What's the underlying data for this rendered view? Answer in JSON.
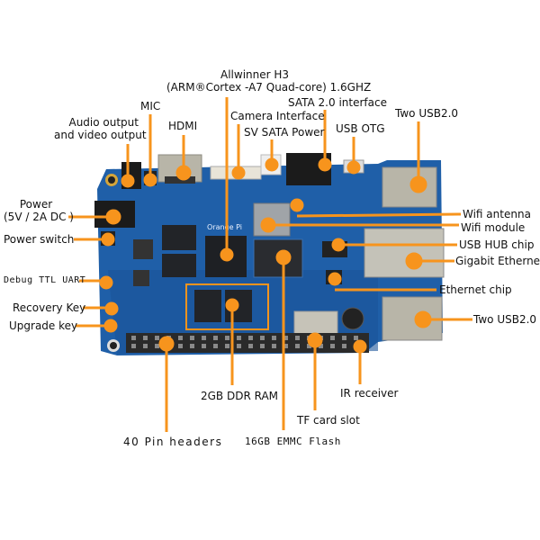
{
  "diagram": {
    "subject": "Orange Pi Plus 2 board component layout",
    "board_silkscreen": "Orange Pi",
    "colors": {
      "callout": "#f7941d",
      "board": "#1f5fa8",
      "board_dark": "#164a86",
      "connector_metal": "#b8b5a8",
      "chip": "#222428",
      "background": "#ffffff"
    },
    "labels": {
      "audio_video": [
        "Audio output",
        "and video output"
      ],
      "mic": "MIC",
      "hdmi": "HDMI",
      "soc": [
        "Allwinner H3",
        "(ARM®Cortex  -A7 Quad-core) 1.6GHZ"
      ],
      "camera": "Camera Interface",
      "sata_power": "SV SATA Power",
      "sata": "SATA 2.0 interface",
      "usb_otg": "USB OTG",
      "usb_top": "Two USB2.0",
      "power": [
        "Power",
        "(5V / 2A DC )"
      ],
      "power_switch": "Power switch",
      "debug_uart": "Debug TTL UART",
      "recovery_key": "Recovery Key",
      "upgrade_key": "Upgrade key",
      "wifi_antenna": "Wifi antenna",
      "wifi_module": "Wifi module",
      "usb_hub": "USB HUB chip",
      "gigabit_ethernet": "Gigabit Ethernet",
      "ethernet_chip": "Ethernet chip",
      "usb_bottom": "Two USB2.0",
      "ddr_ram": "2GB DDR RAM",
      "ir_receiver": "IR receiver",
      "tf_card": "TF card slot",
      "pin_headers": "40 Pin headers",
      "emmc": "16GB EMMC Flash"
    }
  }
}
